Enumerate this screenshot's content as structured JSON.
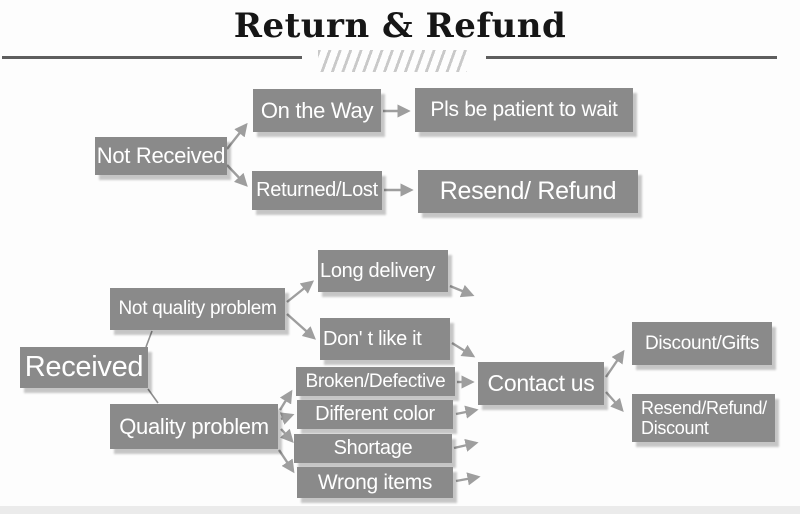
{
  "header": {
    "title": "Return & Refund"
  },
  "colors": {
    "box_fill": "#8a8a8a",
    "box_text": "#ffffff",
    "arrow": "#9e9e9e",
    "divider_line": "#5e5e5e",
    "hatch": "#c9c9c9",
    "title_text": "#161616",
    "background": "#fdfdfd"
  },
  "flowchart": {
    "nodes": {
      "not_received": {
        "label": "Not Received"
      },
      "on_the_way": {
        "label": "On the Way"
      },
      "pls_wait": {
        "label": "Pls be patient to wait"
      },
      "returned_lost": {
        "label": "Returned/Lost"
      },
      "resend_refund": {
        "label": "Resend/ Refund"
      },
      "received": {
        "label": "Received"
      },
      "not_quality_problem": {
        "label": "Not quality problem"
      },
      "quality_problem": {
        "label": "Quality problem"
      },
      "long_delivery": {
        "label": "Long delivery"
      },
      "dont_like_it": {
        "label": "Don' t like it"
      },
      "broken_defective": {
        "label": "Broken/Defective"
      },
      "different_color": {
        "label": "Different color"
      },
      "shortage": {
        "label": "Shortage"
      },
      "wrong_items": {
        "label": "Wrong items"
      },
      "contact_us": {
        "label": "Contact us"
      },
      "discount_gifts": {
        "label": "Discount/Gifts"
      },
      "resend_refund_discount": {
        "label": "Resend/Refund/ Discount"
      }
    },
    "edges": [
      {
        "from": "not_received",
        "to": "on_the_way",
        "style": "arrow"
      },
      {
        "from": "not_received",
        "to": "returned_lost",
        "style": "arrow"
      },
      {
        "from": "on_the_way",
        "to": "pls_wait",
        "style": "arrow"
      },
      {
        "from": "returned_lost",
        "to": "resend_refund",
        "style": "arrow"
      },
      {
        "from": "received",
        "to": "not_quality_problem",
        "style": "line"
      },
      {
        "from": "received",
        "to": "quality_problem",
        "style": "line"
      },
      {
        "from": "not_quality_problem",
        "to": "long_delivery",
        "style": "arrow"
      },
      {
        "from": "not_quality_problem",
        "to": "dont_like_it",
        "style": "arrow"
      },
      {
        "from": "long_delivery",
        "to": "contact_us",
        "style": "arrow"
      },
      {
        "from": "dont_like_it",
        "to": "contact_us",
        "style": "arrow"
      },
      {
        "from": "quality_problem",
        "to": "broken_defective",
        "style": "arrow"
      },
      {
        "from": "quality_problem",
        "to": "different_color",
        "style": "arrow"
      },
      {
        "from": "quality_problem",
        "to": "shortage",
        "style": "arrow"
      },
      {
        "from": "quality_problem",
        "to": "wrong_items",
        "style": "arrow"
      },
      {
        "from": "broken_defective",
        "to": "contact_us",
        "style": "arrow"
      },
      {
        "from": "different_color",
        "to": "contact_us",
        "style": "arrow"
      },
      {
        "from": "shortage",
        "to": "contact_us",
        "style": "arrow"
      },
      {
        "from": "wrong_items",
        "to": "contact_us",
        "style": "arrow"
      },
      {
        "from": "contact_us",
        "to": "discount_gifts",
        "style": "arrow"
      },
      {
        "from": "contact_us",
        "to": "resend_refund_discount",
        "style": "arrow"
      }
    ]
  }
}
